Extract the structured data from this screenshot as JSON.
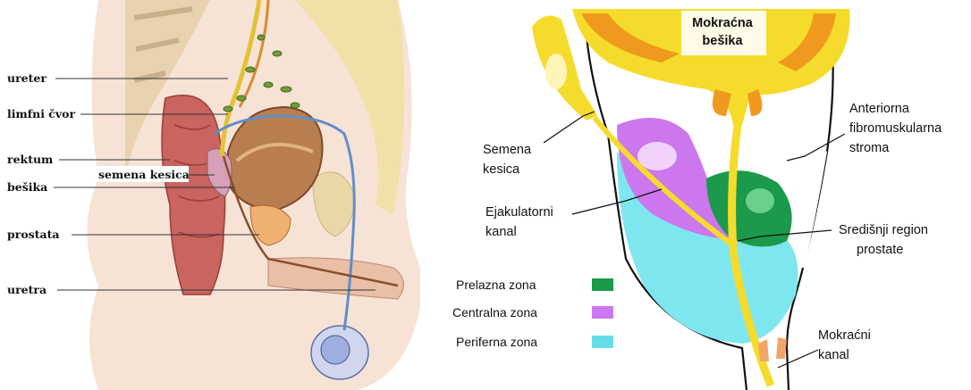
{
  "left_panel": {
    "labels": {
      "ureter": "ureter",
      "lymph_node": "limfni čvor",
      "rectum": "rektum",
      "seminal_vesicle": "semena kesica",
      "bladder": "bešika",
      "prostate": "prostata",
      "urethra": "uretra"
    }
  },
  "right_panel": {
    "labels": {
      "bladder_line1": "Mokraćna",
      "bladder_line2": "bešika",
      "stroma_line1": "Anteriorna",
      "stroma_line2": "fibromuskularna",
      "stroma_line3": "stroma",
      "vesicle_line1": "Semena",
      "vesicle_line2": "kesica",
      "duct_line1": "Ejakulatorni",
      "duct_line2": "kanal",
      "central_region_line1": "Središnji region",
      "central_region_line2": "prostate",
      "urethra_line1": "Mokraćni",
      "urethra_line2": "kanal"
    },
    "legend": [
      {
        "label": "Prelazna zona",
        "color": "#1a9a4a"
      },
      {
        "label": "Centralna zona",
        "color": "#cc77ee"
      },
      {
        "label": "Periferna zona",
        "color": "#66dde8"
      }
    ]
  }
}
